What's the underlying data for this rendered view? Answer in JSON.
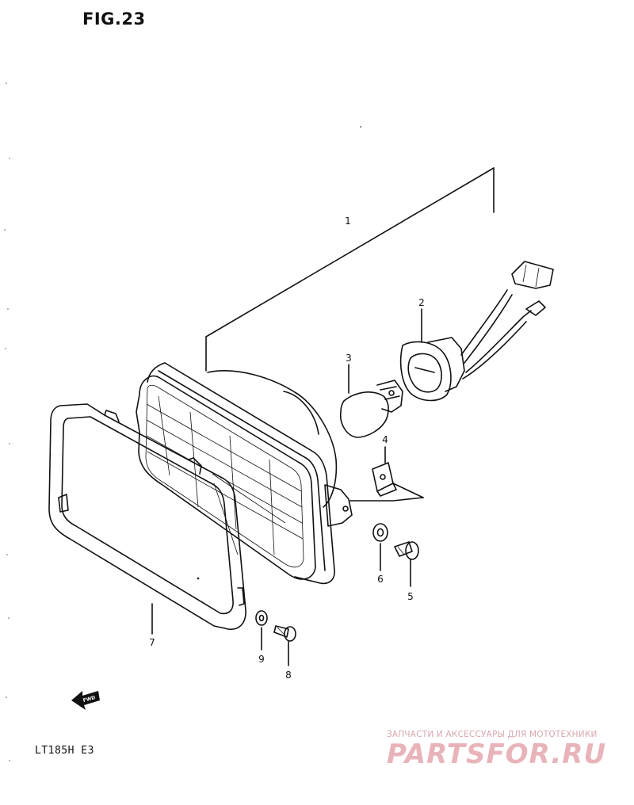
{
  "figure": {
    "title": "FIG.23",
    "model": "LT185H E3"
  },
  "callouts": [
    {
      "ref": "1"
    },
    {
      "ref": "2"
    },
    {
      "ref": "3"
    },
    {
      "ref": "4"
    },
    {
      "ref": "5"
    },
    {
      "ref": "6"
    },
    {
      "ref": "7"
    },
    {
      "ref": "8"
    },
    {
      "ref": "9"
    }
  ],
  "direction_marker": {
    "label": "FWD"
  },
  "watermark": {
    "subtitle": "ЗАПЧАСТИ И АКСЕССУАРЫ ДЛЯ МОТОТЕХНИКИ",
    "logo": "PARTSFOR.RU",
    "color": "#e8b4ba"
  }
}
